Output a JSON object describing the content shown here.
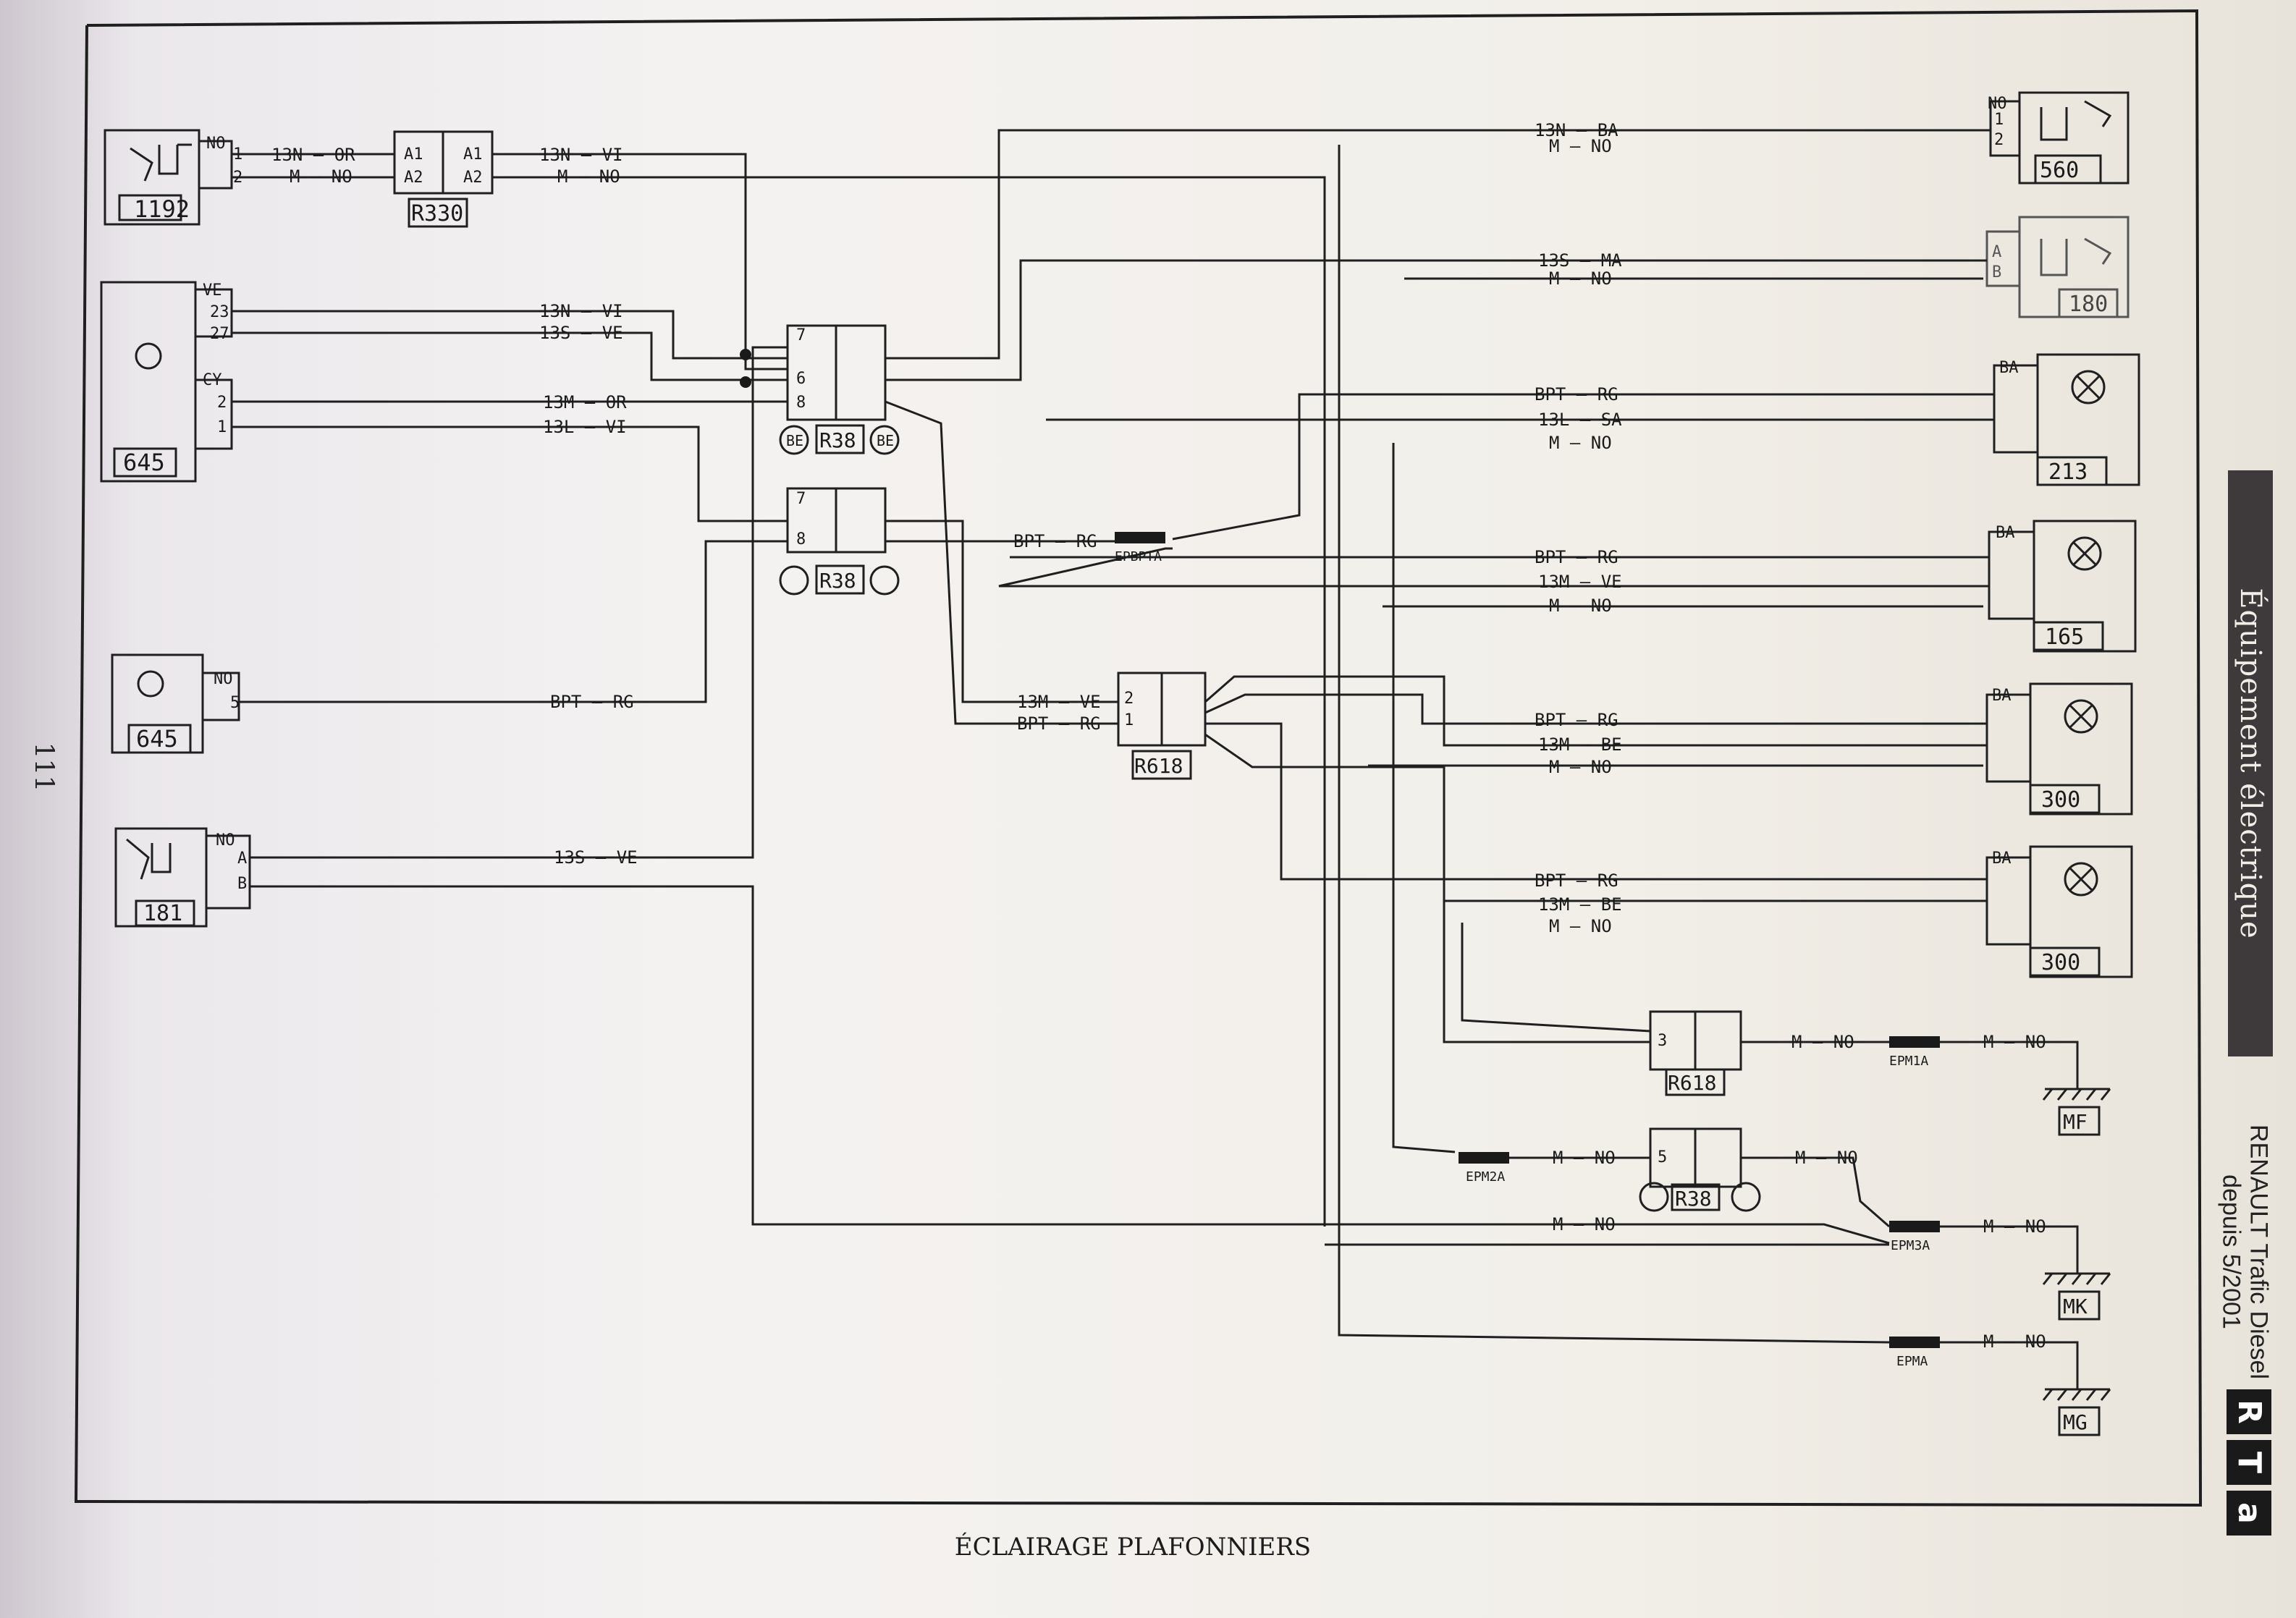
{
  "caption": "ÉCLAIRAGE PLAFONNIERS",
  "page_number": "111",
  "side_band": "Équipement électrique",
  "publication": {
    "line1": "RENAULT Trafic Diesel",
    "line2": "depuis 5/2001"
  },
  "logo": [
    "R",
    "T",
    "a"
  ],
  "components": {
    "c1192": "1192",
    "r330": "R330",
    "c645a": "645",
    "c645b": "645",
    "c181": "181",
    "r38a": "R38",
    "r38b": "R38",
    "r38c": "R38",
    "r618a": "R618",
    "r618b": "R618",
    "c560": "560",
    "c180": "180",
    "c213": "213",
    "c165": "165",
    "c300a": "300",
    "c300b": "300",
    "gnd_mf": "MF",
    "gnd_mk": "MK",
    "gnd_mg": "MG"
  },
  "connector_labels": {
    "no": "NO",
    "ve": "VE",
    "cy": "CY",
    "ba": "BA",
    "be": "BE",
    "epbpta": "EPBPTA",
    "epm1a": "EPM1A",
    "epm2a": "EPM2A",
    "epm3a": "EPM3A",
    "epma": "EPMA"
  },
  "wire_labels": {
    "w13n_or": "13N — OR",
    "m_no": "M — NO",
    "w13n_vi": "13N — VI",
    "w13s_ve": "13S — VE",
    "w13m_or": "13M — OR",
    "w13l_vi": "13L — VI",
    "bpt_rg": "BPT — RG",
    "w13m_ve": "13M — VE",
    "w13n_ba": "13N — BA",
    "w13s_ma": "13S — MA",
    "w13l_sa": "13L — SA",
    "w13m_be": "13M — BE"
  },
  "pins": {
    "p1": "1",
    "p2": "2",
    "p3": "3",
    "p5": "5",
    "p6": "6",
    "p7": "7",
    "p8": "8",
    "p23": "23",
    "p27": "27",
    "a1": "A1",
    "a2": "A2",
    "a": "A",
    "b": "B"
  }
}
